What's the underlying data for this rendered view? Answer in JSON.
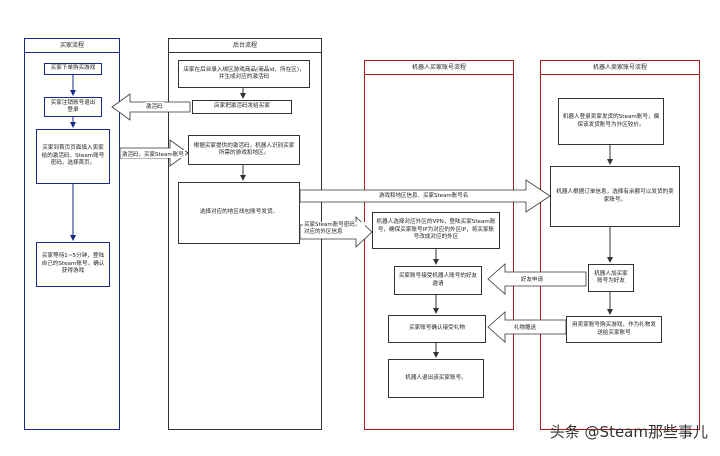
{
  "lanes": {
    "buyer": "买家流程",
    "backend": "后台流程",
    "robot_buyer": "机器人买家账号流程",
    "robot_seller": "机器人卖家账号流程"
  },
  "boxes": {
    "b1": "买家下单购买游戏",
    "b2": "买家注销账号退出登录",
    "b3": "买家到首页页面填入卖家给的激活码、Steam账号密码，选择首页。",
    "b4": "买家等待1~5分钟，登陆自己的Steam账号，确认获得游戏",
    "c1": "店家在后台录入绑区游戏商品(商品id，所在区)，并生成对应的激活码",
    "c2": "店家把激活码发给买家",
    "c3": "根据买家提供的激活码，机器人识别买家所需的游戏和地区。",
    "c4": "选择对应的地区线包账号发货。",
    "r1": "机器人选择对应外区的VPN，登陆买家Steam账号，确保买家账号IP为对应的外区IP，将买家账号改成对应的外区",
    "r2": "买家账号接受机器人账号的好友邀请",
    "r3": "买家账号确认接受礼物",
    "r4": "机器人退出该买家账号。",
    "s1": "机器人登录卖家发货的Steam账号，偏保该发货账号为外区较价。",
    "s2": "机器人根据订单信息，选择有余额可以发货的卖家账号。",
    "s3": "机器人加买家账号为好友",
    "s4": "用卖家账号购买游戏，作为礼物发送给买家账号"
  },
  "arrow_labels": {
    "code": "激活码",
    "code_account": "激活码，买家Steam账号",
    "region_info": "游戏和地区信息、买家Steam账号名",
    "steam_pwd_region": "买家Steam账号密码，对应的外区信息",
    "friend_req": "好友申请",
    "gift": "礼物赠送"
  },
  "watermark": "头条 @Steam那些事儿"
}
